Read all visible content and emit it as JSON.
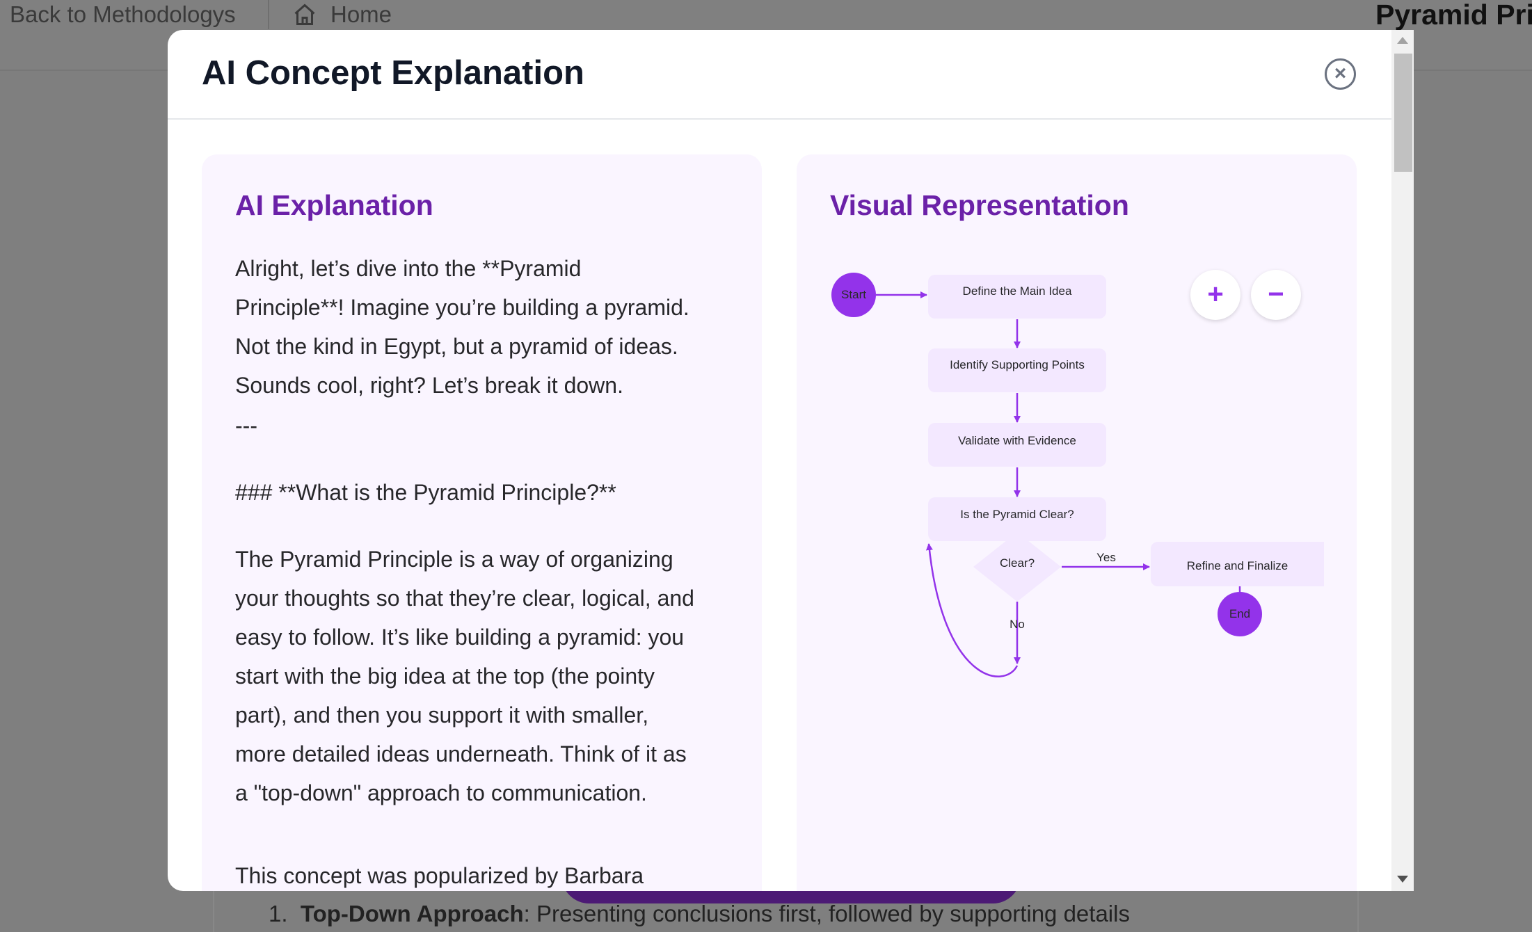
{
  "background": {
    "back_link": "Back to Methodologys",
    "home_link": "Home",
    "page_title": "Pyramid Pri",
    "list_item_number": "1.",
    "list_item_bold": "Top-Down Approach",
    "list_item_text": ": Presenting conclusions first, followed by supporting details"
  },
  "modal": {
    "title": "AI Concept Explanation",
    "close_icon": "close-circle-icon",
    "explanation": {
      "heading": "AI Explanation",
      "p1": "Alright, let’s dive into the **Pyramid\nPrinciple**! Imagine you’re building a pyramid.\nNot the kind in Egypt, but a pyramid of ideas.\nSounds cool, right? Let’s break it down.",
      "hr": "---",
      "h3": "### **What is the Pyramid Principle?**",
      "p2": "The Pyramid Principle is a way of organizing\nyour thoughts so that they’re clear, logical, and\neasy to follow. It’s like building a pyramid: you\nstart with the big idea at the top (the pointy\npart), and then you support it with smaller,\nmore detailed ideas underneath. Think of it as\na \"top-down\" approach to communication.",
      "p3": "This concept was popularized by Barbara"
    },
    "visual": {
      "heading": "Visual Representation",
      "zoom_in": "+",
      "zoom_out": "−",
      "nodes": {
        "start": "Start",
        "n1": "Define the Main Idea",
        "n2": "Identify Supporting Points",
        "n3": "Validate with Evidence",
        "n4": "Is the Pyramid Clear?",
        "decision": "Clear?",
        "refine": "Refine and Finalize",
        "end": "End"
      },
      "edge_yes": "Yes",
      "edge_no": "No",
      "accent": "#9333ea"
    }
  }
}
